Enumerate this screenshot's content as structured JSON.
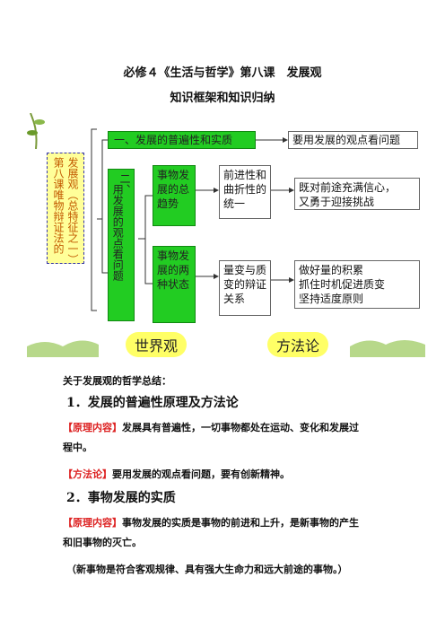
{
  "doc": {
    "title": "必修４《生活与哲学》第八课　发展观",
    "subtitle": "知识框架和知识归纳"
  },
  "diagram": {
    "left_box_col1": "第八课唯物辩证法的",
    "left_box_col2": "发展观（总特征之一）",
    "top_green": "一、发展的普遍性和实质",
    "top_right": "要用发展的观点看问题",
    "big_green_col1": "二、",
    "big_green_col2": "用发展的观点看问题",
    "green_a": "事物发展的总趋势",
    "green_b": "事物发展的两种状态",
    "white_a": "前进性和曲折性的统一",
    "white_b": "量变与质变的辩证关系",
    "right_a_line1": "既对前途充满信心，",
    "right_a_line2": "又勇于迎接挑战",
    "right_b_line1": "做好量的积累",
    "right_b_line2": "抓住时机促进质变",
    "right_b_line3": "坚持适度原则",
    "label_left": "世界观",
    "label_right": "方法论"
  },
  "content": {
    "intro": "关于发展观的哲学总结：",
    "h1": "1．发展的普遍性原理及方法论",
    "tag_principle": "【原理内容】",
    "p1_a": "发展具有普遍性，一切事物都处在运动、变化和发展过",
    "p1_b": "程中。",
    "tag_method": "【方法论】",
    "p2": "要用发展的观点看问题，要有创新精神。",
    "h2": "2．事物发展的实质",
    "p3_a": "事物发展的实质是事物的前进和上升，是新事物的产生",
    "p3_b": "和旧事物的灭亡。",
    "p4": "（新事物是符合客观规律、具有强大生命力和远大前途的事物。）"
  },
  "colors": {
    "green": "#22cc22",
    "yellow": "#ffff99",
    "red": "#d22222",
    "orange": "#c25a00"
  }
}
